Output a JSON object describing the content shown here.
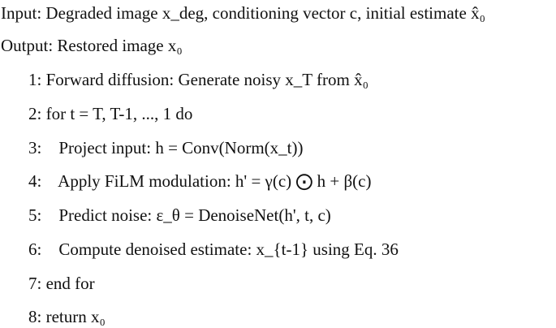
{
  "algorithm": {
    "input": "Input: Degraded image x_deg, conditioning vector c, initial estimate x̂₀",
    "output": "Output: Restored image x₀",
    "steps": [
      "1: Forward diffusion: Generate noisy x_T from x̂₀",
      "2: for t = T, T-1, ..., 1 do",
      "3:    Project input: h = Conv(Norm(x_t))",
      "4:    Apply FiLM modulation: h' = γ(c) ⨀ h + β(c)",
      "5:    Predict noise: ε_θ = DenoiseNet(h', t, c)",
      "6:    Compute denoised estimate: x_{t-1} using Eq. 36",
      "7: end for",
      "8: return x₀"
    ]
  }
}
